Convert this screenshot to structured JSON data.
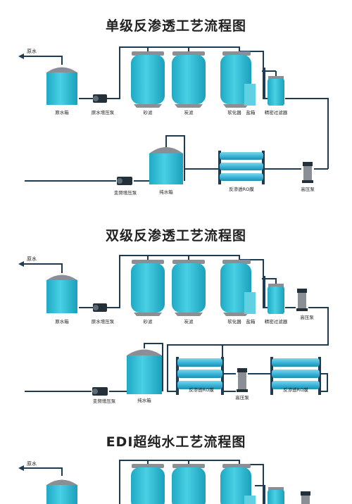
{
  "sections": [
    {
      "title": "单级反渗透工艺流程图",
      "raw_water": "原水",
      "labels": {
        "raw_tank": "原水箱",
        "raw_pump": "原水增压泵",
        "sand_filter": "砂滤",
        "carbon_filter": "炭滤",
        "softener": "软化器",
        "salt_tank": "盐箱",
        "precision_filter": "精密过滤器",
        "hp_pump": "高压泵",
        "ro_membrane": "反渗透RO膜",
        "pure_tank": "纯水箱",
        "vf_pump": "变频增压泵"
      }
    },
    {
      "title": "双级反渗透工艺流程图",
      "raw_water": "原水",
      "labels": {
        "raw_tank": "原水箱",
        "raw_pump": "原水增压泵",
        "sand_filter": "砂滤",
        "carbon_filter": "炭滤",
        "softener": "软化器",
        "salt_tank": "盐箱",
        "precision_filter": "精密过滤器",
        "hp_pump1": "高压泵",
        "ro_membrane1": "反渗透RO膜",
        "hp_pump2": "高压泵",
        "ro_membrane2": "反渗透RO膜",
        "pure_tank": "纯水箱",
        "vf_pump": "变频增压泵"
      }
    },
    {
      "title": "EDI超纯水工艺流程图",
      "raw_water": "原水"
    }
  ],
  "colors": {
    "vessel": "#2fbfd6",
    "vessel_top": "#8a8f96",
    "pipe": "#1d3c54",
    "membrane": "#3cb6d8",
    "pump": "#23303a"
  }
}
